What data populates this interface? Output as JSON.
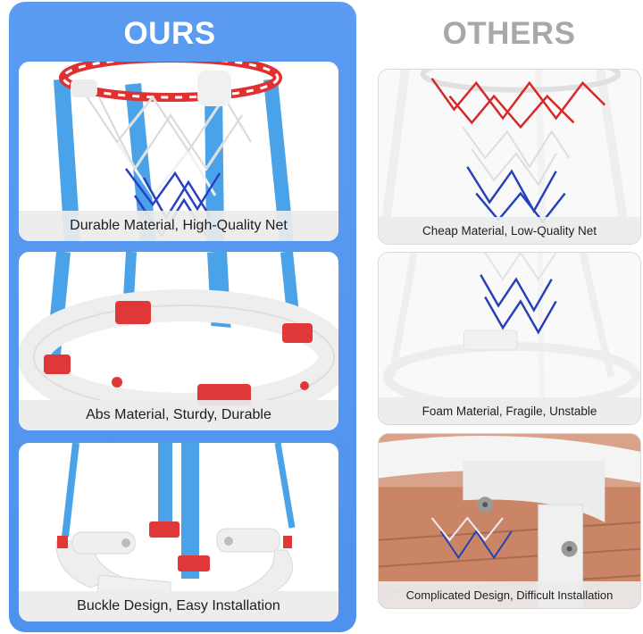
{
  "ours": {
    "title": "OURS",
    "cards": [
      {
        "caption": "Durable Material, High-Quality Net",
        "image": "hoop-net-photo"
      },
      {
        "caption": "Abs Material, Sturdy, Durable",
        "image": "float-base-photo"
      },
      {
        "caption": "Buckle Design, Easy Installation",
        "image": "buckle-parts-photo"
      }
    ]
  },
  "others": {
    "title": "OTHERS",
    "cards": [
      {
        "caption": "Cheap Material, Low-Quality Net",
        "image": "cheap-hoop-photo"
      },
      {
        "caption": "Foam Material, Fragile, Unstable",
        "image": "foam-base-photo"
      },
      {
        "caption": "Complicated Design, Difficult Installation",
        "image": "screw-joint-photo"
      }
    ]
  },
  "colors": {
    "ours_panel": "#4f92ee",
    "pole_blue": "#4aa3e8",
    "rim_red": "#e03030",
    "others_title": "#a8a8a8"
  }
}
